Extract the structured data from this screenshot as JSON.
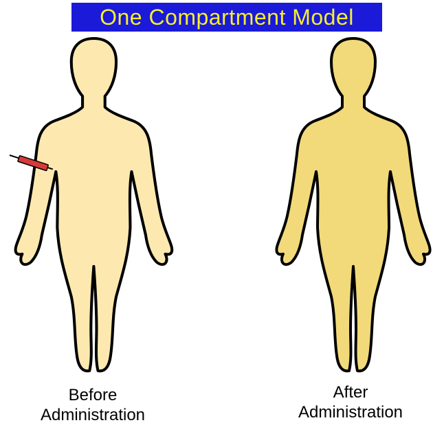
{
  "title": "One Compartment Model",
  "figures": [
    {
      "state": "before",
      "caption_line1": "Before",
      "caption_line2": "Administration",
      "body_fill": "#fde9b0"
    },
    {
      "state": "after",
      "caption_line1": "After",
      "caption_line2": "Administration",
      "body_fill": "#f2d97a"
    }
  ],
  "colors": {
    "title_background": "#1a1ad8",
    "title_text": "#f8ee30",
    "outline": "#000000",
    "syringe_barrel": "#d63a3a"
  },
  "icons": [
    "human-silhouette-icon",
    "syringe-icon"
  ]
}
